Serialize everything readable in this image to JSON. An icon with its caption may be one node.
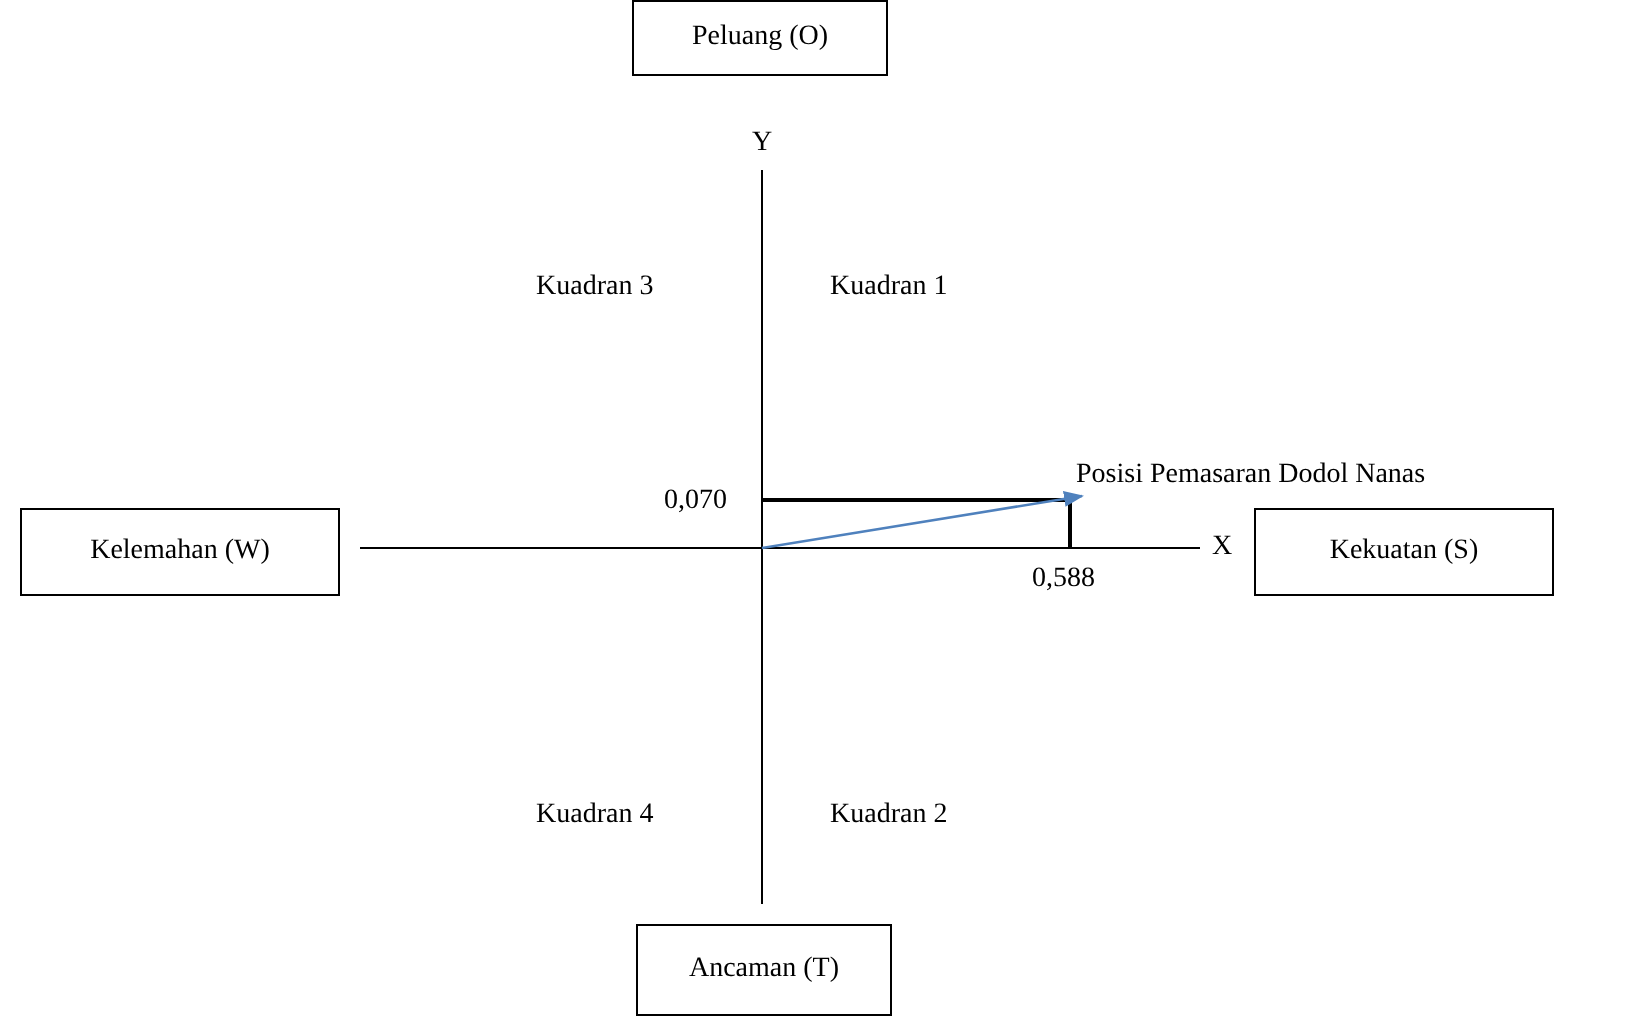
{
  "diagram": {
    "nodes": [
      {
        "text": [
          "Peluang (O)"
        ]
      },
      {
        "text": [
          "Posisi Pemasaran Dodol Nanas"
        ]
      },
      {
        "text": [
          "Kelemahan (W)"
        ]
      },
      {
        "text": [
          "Kekuatan (S)"
        ]
      },
      {
        "text": [
          "Ancaman (T)"
        ]
      }
    ],
    "edges": [
      {
        "from": null,
        "to": 1,
        "arrow": "to",
        "color": "#4f81bd"
      }
    ],
    "labels": [
      "Y",
      "Kuadran 3",
      "Kuadran 1",
      "0,070",
      "0,588",
      "X",
      "Kuadran 4",
      "Kuadran 2"
    ]
  }
}
